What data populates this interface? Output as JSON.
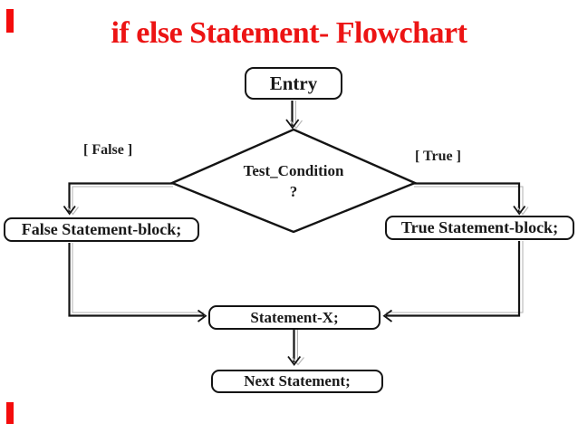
{
  "title": {
    "text": "if else Statement- Flowchart",
    "color": "#ec1414"
  },
  "decorations": {
    "corner_bar_color": "#f40c0c"
  },
  "diagram": {
    "type": "flowchart",
    "nodes": {
      "entry": {
        "label": "Entry",
        "shape": "rounded-terminal"
      },
      "condition": {
        "label": "Test_Condition",
        "question_mark": "?",
        "shape": "diamond"
      },
      "false_block": {
        "label": "False Statement-block;",
        "shape": "rounded-process"
      },
      "true_block": {
        "label": "True Statement-block;",
        "shape": "rounded-process"
      },
      "statement_x": {
        "label": "Statement-X;",
        "shape": "rounded-process"
      },
      "next_statement": {
        "label": "Next Statement;",
        "shape": "rounded-process"
      }
    },
    "branch_labels": {
      "false_label": "[ False ]",
      "true_label": "[ True ]"
    },
    "edges": [
      {
        "from": "entry",
        "to": "condition",
        "label": ""
      },
      {
        "from": "condition",
        "to": "false_block",
        "label": "[ False ]"
      },
      {
        "from": "condition",
        "to": "true_block",
        "label": "[ True ]"
      },
      {
        "from": "false_block",
        "to": "statement_x",
        "label": ""
      },
      {
        "from": "true_block",
        "to": "statement_x",
        "label": ""
      },
      {
        "from": "statement_x",
        "to": "next_statement",
        "label": ""
      }
    ]
  },
  "colors": {
    "background": "#ffffff",
    "line": "#141414",
    "line_echo": "#b0b0b0",
    "box_border": "#141414",
    "text": "#1a1a1a",
    "title_red": "#ec1414",
    "corner_bar_red": "#f40c0c"
  }
}
